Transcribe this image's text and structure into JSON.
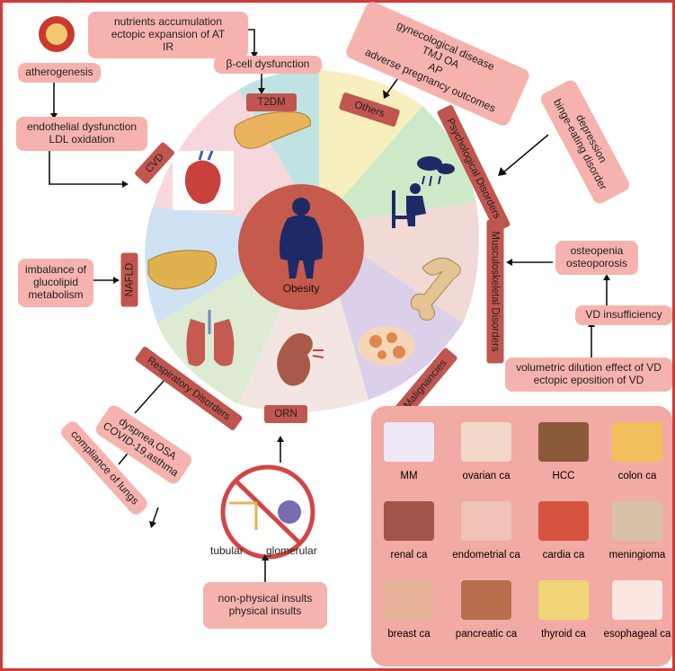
{
  "center": {
    "label": "Obesity"
  },
  "petals": {
    "t2dm": "T2DM",
    "others": "Others",
    "psych": "Psychological Disorders",
    "musculo": "Musculoskeletal Disorders",
    "malignancies": "Malignancies",
    "orn": "ORN",
    "respiratory": "Respiratory Disorders",
    "nafld": "NAFLD",
    "cvd": "CVD"
  },
  "boxes": {
    "t2dm_causes": [
      "nutrients accumulation",
      "ectopic expansion of AT",
      "IR"
    ],
    "beta_cell": "β-cell dysfunction",
    "others_list": [
      "gynecological disease",
      "TMJ OA",
      "AP",
      "adverse pregnancy outcomes"
    ],
    "psych_list": [
      "depression",
      "binge-eating disorder"
    ],
    "musculo_list": [
      "osteopenia",
      "osteoporosis"
    ],
    "vd_insufficiency": "VD insufficiency",
    "vd_causes": [
      "volumetric dilution effect of VD",
      "ectopic eposition of VD"
    ],
    "atherogenesis": "atherogenesis",
    "endothelial": [
      "endothelial dysfunction",
      "LDL oxidation"
    ],
    "glucolipid": [
      "imbalance of",
      "glucolipid",
      "metabolism"
    ],
    "respiratory_list": [
      "dyspnea,OSA",
      "COVID-19,asthma"
    ],
    "lungs": "compliance of lungs",
    "insults": [
      "non-physical insults",
      "physical insults"
    ],
    "tubular": "tubular",
    "glomerular": "glomerular"
  },
  "cancers": [
    "MM",
    "ovarian ca",
    "HCC",
    "colon ca",
    "renal ca",
    "endometrial ca",
    "cardia ca",
    "meningioma",
    "breast ca",
    "pancreatic ca",
    "thyroid ca",
    "esophageal ca"
  ],
  "colors": {
    "frame": "#d23a3a",
    "box": "#f6b3ad",
    "tag": "#c0564f",
    "center": "#c65a4c",
    "panel": "#f2aaa4"
  }
}
